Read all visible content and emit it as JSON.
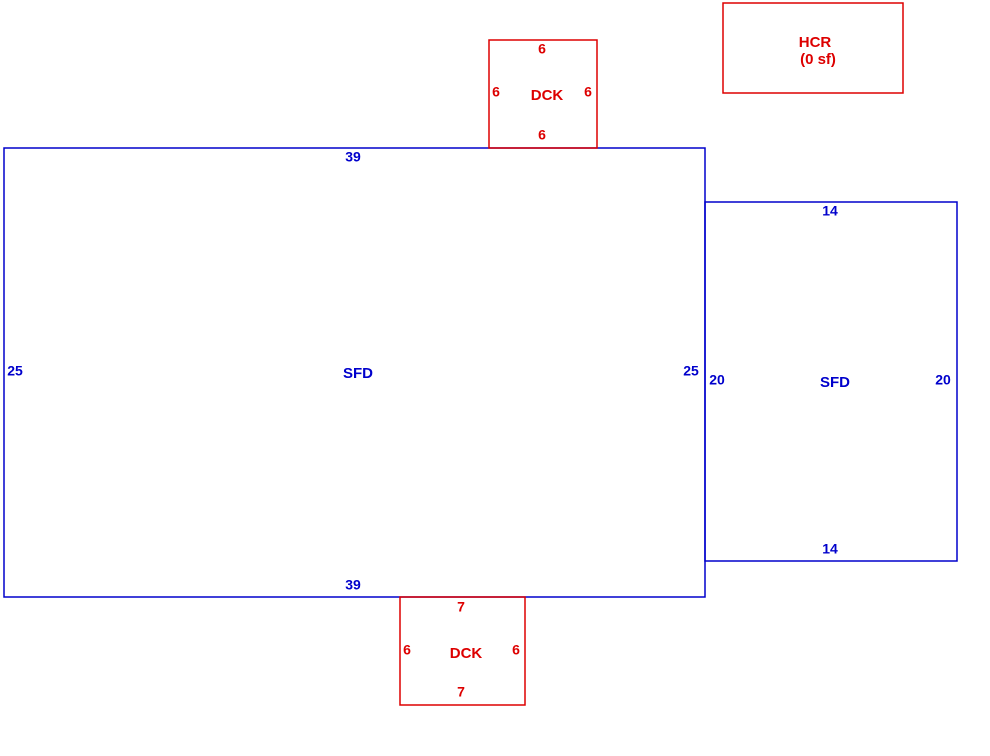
{
  "colors": {
    "living_area": "#0000cc",
    "addition": "#dd0000"
  },
  "areas": {
    "main_sfd": {
      "label": "SFD",
      "top": "39",
      "bottom": "39",
      "left": "25",
      "right": "25"
    },
    "side_sfd": {
      "label": "SFD",
      "top": "14",
      "bottom": "14",
      "left": "20",
      "right": "20"
    },
    "top_deck": {
      "label": "DCK",
      "top": "6",
      "bottom": "6",
      "left": "6",
      "right": "6"
    },
    "bottom_deck": {
      "label": "DCK",
      "top": "7",
      "bottom": "7",
      "left": "6",
      "right": "6"
    },
    "hcr": {
      "label": "HCR",
      "sublabel": "(0 sf)"
    }
  }
}
